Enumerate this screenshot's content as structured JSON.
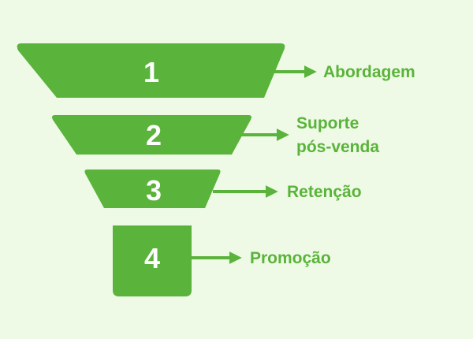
{
  "colors": {
    "background": "#eefae6",
    "accent": "#5ab33a",
    "number_text": "#ffffff"
  },
  "stages": [
    {
      "number": "1",
      "label_line1": "Abordagem",
      "label_line2": ""
    },
    {
      "number": "2",
      "label_line1": "Suporte",
      "label_line2": "pós-venda"
    },
    {
      "number": "3",
      "label_line1": "Retenção",
      "label_line2": ""
    },
    {
      "number": "4",
      "label_line1": "Promoção",
      "label_line2": ""
    }
  ]
}
